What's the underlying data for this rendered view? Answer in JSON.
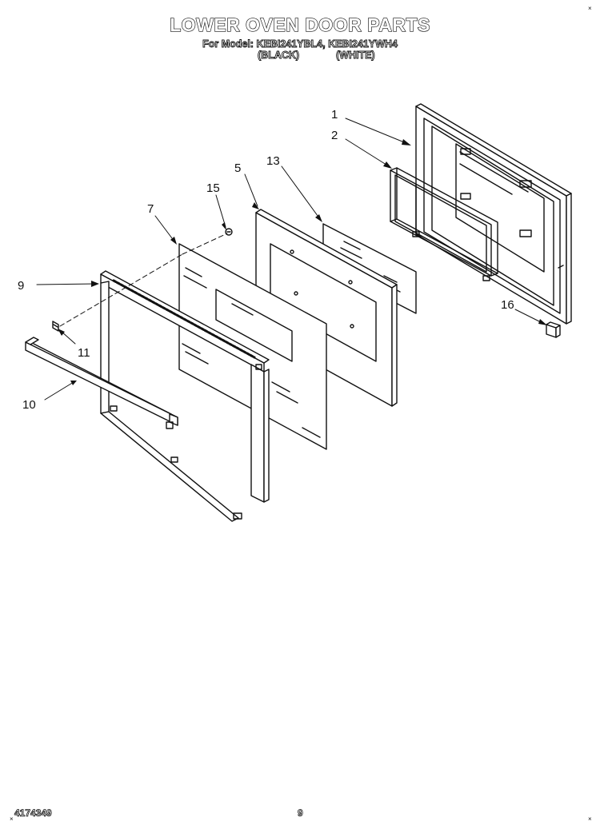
{
  "header": {
    "title": "LOWER OVEN DOOR PARTS",
    "model_line": "For Model: KEBI241YBL4, KEBI241YWH4",
    "color_black": "(BLACK)",
    "color_white": "(WHITE)"
  },
  "callouts": {
    "c1": "1",
    "c2": "2",
    "c5": "5",
    "c7": "7",
    "c9": "9",
    "c10": "10",
    "c11": "11",
    "c13": "13",
    "c15": "15",
    "c16": "16"
  },
  "footer": {
    "doc_number": "4174349",
    "page_number": "9"
  },
  "colors": {
    "line": "#111111",
    "background": "#ffffff"
  }
}
